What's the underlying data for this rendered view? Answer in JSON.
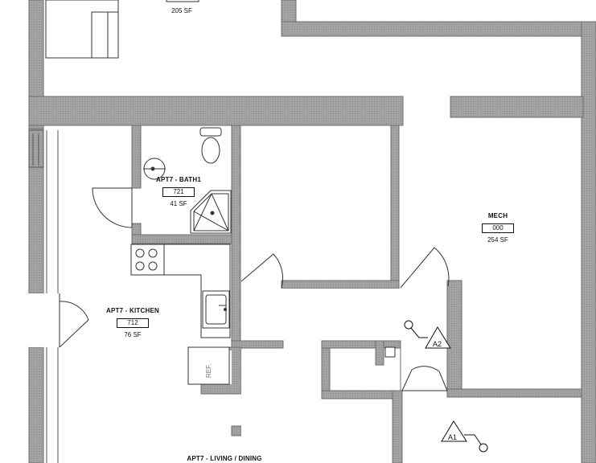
{
  "rooms": [
    {
      "id": "top",
      "name": "",
      "number": "",
      "area": "205 SF"
    },
    {
      "id": "bath1",
      "name": "APT7 - BATH1",
      "number": "721",
      "area": "41 SF"
    },
    {
      "id": "mech",
      "name": "MECH",
      "number": "000",
      "area": "254 SF"
    },
    {
      "id": "kitchen",
      "name": "APT7 - KITCHEN",
      "number": "712",
      "area": "76 SF"
    },
    {
      "id": "living",
      "name": "APT7 - LIVING / DINING",
      "number": "",
      "area": ""
    }
  ],
  "tags": [
    {
      "id": "a2",
      "label": "A2"
    },
    {
      "id": "a1",
      "label": "A1"
    }
  ],
  "fixtures": {
    "refrigerator_label": "REF."
  },
  "colors": {
    "wall_fill": "#9c9c9c",
    "wall_outline": "#6e6e6e",
    "line": "#333333",
    "background": "#ffffff"
  }
}
